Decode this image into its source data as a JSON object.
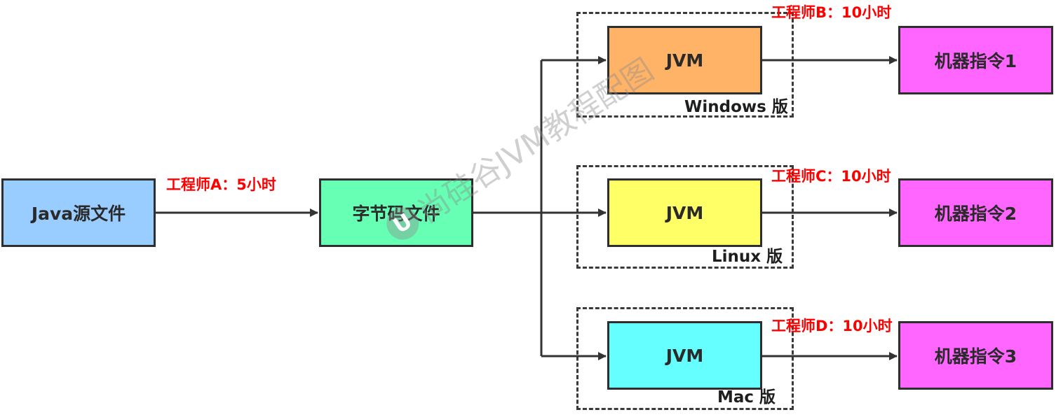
{
  "nodes": {
    "source": {
      "label": "Java源文件",
      "color": "#99ccff"
    },
    "bytecode": {
      "label": "字节码文件",
      "color": "#66ffb3"
    },
    "jvm_windows": {
      "label": "JVM",
      "color": "#ffb366"
    },
    "jvm_linux": {
      "label": "JVM",
      "color": "#ffff66"
    },
    "jvm_mac": {
      "label": "JVM",
      "color": "#66ffff"
    },
    "machine1": {
      "label": "机器指令1",
      "color": "#ff66ff"
    },
    "machine2": {
      "label": "机器指令2",
      "color": "#ff66ff"
    },
    "machine3": {
      "label": "机器指令3",
      "color": "#ff66ff"
    }
  },
  "platforms": {
    "windows": "Windows 版",
    "linux": "Linux 版",
    "mac": "Mac 版"
  },
  "engineers": {
    "a": "工程师A：5小时",
    "b": "工程师B：10小时",
    "c": "工程师C：10小时",
    "d": "工程师D：10小时"
  },
  "watermark": "尚硅谷JVM教程配图",
  "watermark_logo": "U",
  "colors": {
    "accent_red": "#ff0000",
    "line": "#333333"
  }
}
